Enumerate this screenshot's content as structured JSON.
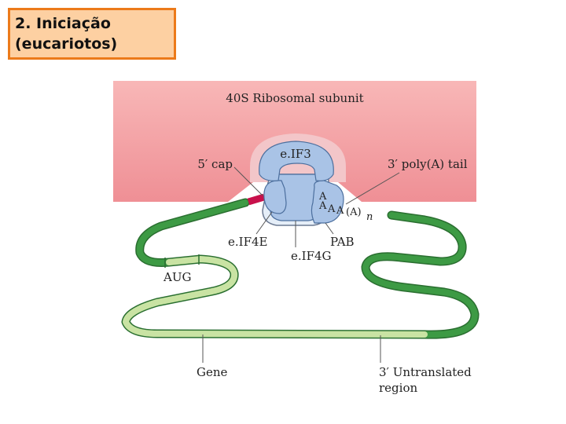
{
  "title": {
    "line1": "2. Iniciação",
    "line2": "(eucariotos)"
  },
  "diagram": {
    "subunit_label": "40S Ribosomal subunit",
    "eif3_label": "e.IF3",
    "cap_label": "5′ cap",
    "polya_label": "3′ poly(A) tail",
    "eif4e_label": "e.IF4E",
    "eif4g_label": "e.IF4G",
    "pab_label": "PAB",
    "aug_label": "AUG",
    "gene_label": "Gene",
    "utr_label_line1": "3′ Untranslated",
    "utr_label_line2": "region",
    "a_letter": "A",
    "poly_a_text": "(A)",
    "poly_a_n": "n"
  },
  "colors": {
    "title_bg": "#fdd0a2",
    "title_border": "#ec7a1a",
    "ribosome_top": "#f8b7b7",
    "ribosome_bottom": "#ef8f95",
    "protein": "#a9c3e6",
    "mrna_dark": "#3d9a44",
    "mrna_light": "#c9e3a3",
    "cap": "#c8104b"
  }
}
